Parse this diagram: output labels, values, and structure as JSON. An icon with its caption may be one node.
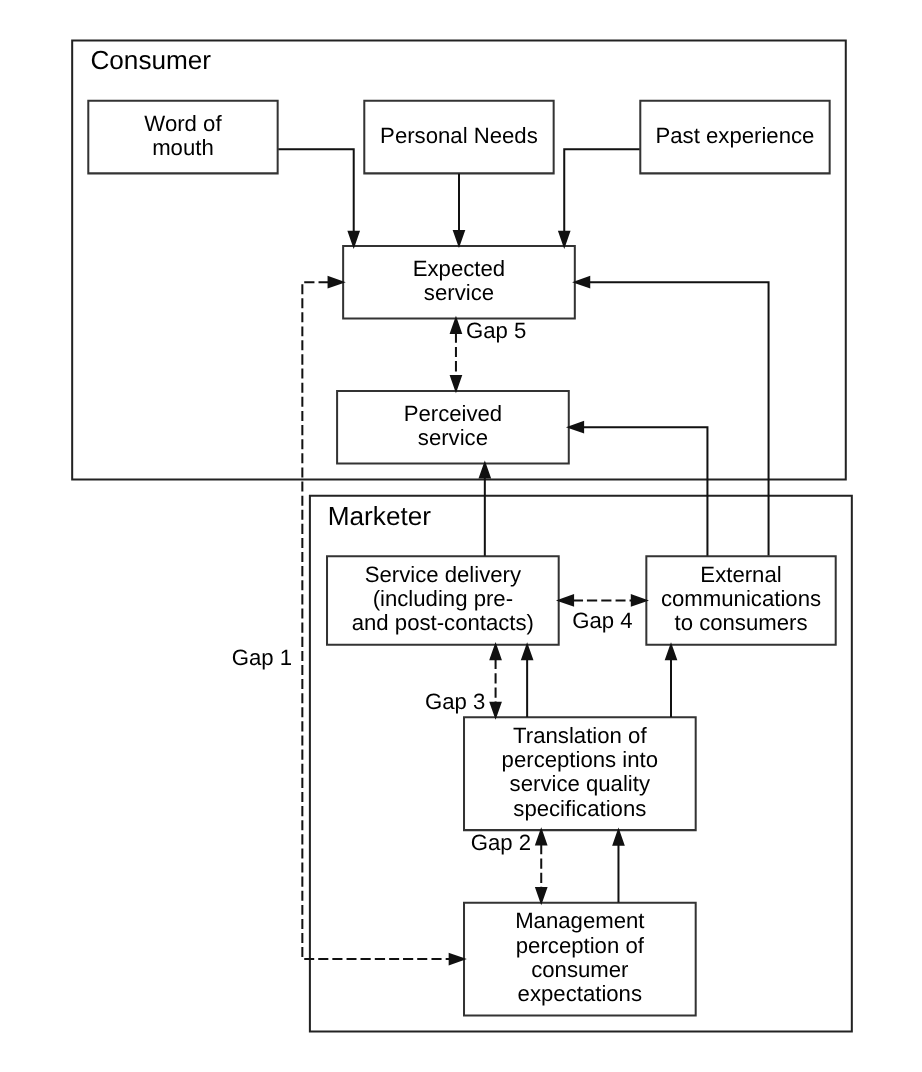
{
  "diagram": {
    "nodes": [
      {
        "text": [
          "Consumer"
        ]
      },
      {
        "text": [
          "Word of mouth"
        ],
        "in": 0
      },
      {
        "text": [
          "Personal Needs"
        ],
        "in": 0
      },
      {
        "text": [
          "Past experience"
        ],
        "in": 0
      },
      {
        "text": [
          "Expected service"
        ],
        "in": 0
      },
      {
        "text": [
          "Perceived service"
        ],
        "in": 0
      },
      {
        "text": [
          "Marketer"
        ]
      },
      {
        "text": [
          "Service delivery (including pre- and post-contacts)"
        ],
        "in": 6
      },
      {
        "text": [
          "External communications to consumers"
        ],
        "in": 6
      },
      {
        "text": [
          "Translation of perceptions into service quality specifications"
        ],
        "in": 6
      },
      {
        "text": [
          "Management perception of consumer expectations"
        ],
        "in": 6
      }
    ],
    "edges": [
      {
        "from": 1,
        "to": 4,
        "arrow": "to"
      },
      {
        "from": 2,
        "to": 4,
        "arrow": "to"
      },
      {
        "from": 3,
        "to": 4,
        "arrow": "to"
      },
      {
        "from": 4,
        "to": 10,
        "arrow": "both",
        "style": "dashed",
        "label": "Gap 1"
      },
      {
        "from": 4,
        "to": 5,
        "arrow": "both",
        "style": "dashed",
        "label": "Gap 5"
      },
      {
        "from": 8,
        "to": 4,
        "arrow": "to"
      },
      {
        "from": 8,
        "to": 5,
        "arrow": "to"
      },
      {
        "from": 7,
        "to": 5,
        "arrow": "to"
      },
      {
        "from": 7,
        "to": 8,
        "arrow": "both",
        "style": "dashed",
        "label": "Gap 4"
      },
      {
        "from": 7,
        "to": 9,
        "arrow": "both",
        "style": "dashed",
        "label": "Gap 3"
      },
      {
        "from": 9,
        "to": 7,
        "arrow": "to"
      },
      {
        "from": 9,
        "to": 8,
        "arrow": "to"
      },
      {
        "from": 9,
        "to": 10,
        "arrow": "both",
        "style": "dashed",
        "label": "Gap 2"
      },
      {
        "from": 10,
        "to": 9,
        "arrow": "to"
      }
    ]
  }
}
